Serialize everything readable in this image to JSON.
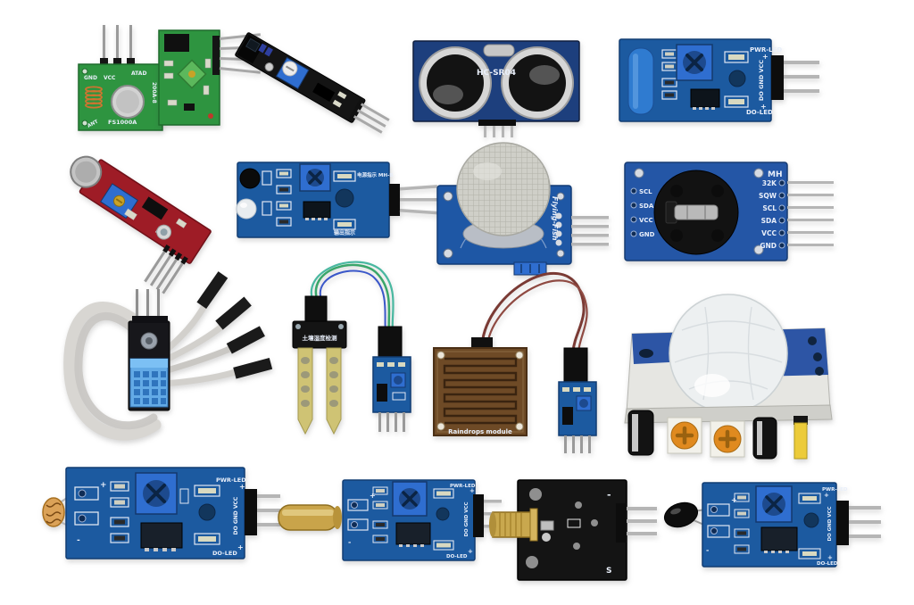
{
  "scene": {
    "description": "16-in-1 Arduino sensor module kit photographed on a white background, arranged in four rows",
    "background": "#ffffff"
  },
  "palette": {
    "pcb_blue": "#1c5aa0",
    "pcb_navy": "#1d3f7d",
    "pcb_green": "#2e9440",
    "pcb_red": "#9e1c26",
    "pcb_black": "#161616",
    "pot_blue": "#2f6ed0",
    "pin_silver": "#b5b5b5",
    "probe_yellow": "#cfc374",
    "rain_brown": "#6e4a26",
    "dome_white": "#edf0f1",
    "trimmer_orange": "#e08a1f",
    "laser_brass": "#c9a84e"
  },
  "modules": [
    {
      "id": "rf-transmitter",
      "name": "433MHz RF transmitter module",
      "labels": {
        "gnd": "GND",
        "vcc": "VCC",
        "atad": "ATAD",
        "model": "200A-8",
        "part": "FS1000A",
        "ant": "ANT"
      }
    },
    {
      "id": "rf-receiver",
      "name": "433MHz RF receiver module",
      "labels": {}
    },
    {
      "id": "line-tracking",
      "name": "IR line tracking sensor",
      "labels": {}
    },
    {
      "id": "ultrasonic",
      "name": "HC-SR04 ultrasonic distance sensor",
      "labels": {
        "part": "HC-SR04"
      }
    },
    {
      "id": "vibration",
      "name": "SW-420 vibration sensor",
      "labels": {
        "pwr": "PWR-LED",
        "pwr_plus": "+",
        "dol": "DO-LED",
        "dol_plus": "+",
        "pins": "DO GND VCC"
      }
    },
    {
      "id": "sound",
      "name": "Microphone sound sensor",
      "labels": {}
    },
    {
      "id": "ir-obstacle",
      "name": "IR obstacle avoidance sensor",
      "labels": {
        "top": "电源指示 MH-B",
        "bottom": "输出指示"
      }
    },
    {
      "id": "gas",
      "name": "MQ-2 gas smoke sensor",
      "labels": {
        "brand": "Flying-Fish"
      }
    },
    {
      "id": "rtc",
      "name": "DS3231 real-time clock module",
      "labels": {
        "brand": "MH",
        "left": [
          "SCL",
          "SDA",
          "VCC",
          "GND"
        ],
        "right": [
          "32K",
          "SQW",
          "SCL",
          "SDA",
          "VCC",
          "GND"
        ]
      }
    },
    {
      "id": "dht11",
      "name": "DHT11 temperature humidity sensor with jumper cable",
      "labels": {}
    },
    {
      "id": "soil-moisture",
      "name": "Soil moisture sensor with comparator board",
      "labels": {
        "probe": "土壤湿度检测"
      }
    },
    {
      "id": "raindrop",
      "name": "Raindrop sensor with comparator board",
      "labels": {
        "caption": "Raindrops module"
      }
    },
    {
      "id": "pir",
      "name": "HC-SR501 PIR motion sensor",
      "labels": {}
    },
    {
      "id": "ldr",
      "name": "Photoresistor light sensor",
      "labels": {
        "pwr": "PWR-LED",
        "pwr_plus": "+",
        "dol": "DO-LED",
        "dol_plus": "+",
        "pins": "DO GND VCC",
        "plus": "+",
        "minus": "-"
      }
    },
    {
      "id": "tilt",
      "name": "Tilt switch sensor",
      "labels": {
        "pwr": "PWR-LED",
        "pwr_plus": "+",
        "dol": "DO-LED",
        "dol_plus": "+",
        "pins": "DO GND VCC",
        "plus": "+",
        "minus": "-"
      }
    },
    {
      "id": "laser",
      "name": "KY-008 laser emitter module",
      "labels": {
        "s": "S",
        "minus": "-"
      }
    },
    {
      "id": "flame",
      "name": "Flame sensor",
      "labels": {
        "pwr": "PWR-LED",
        "pwr_plus": "+",
        "dol": "DO-LED",
        "dol_plus": "+",
        "pins": "DO GND VCC",
        "plus": "+",
        "minus": "-"
      }
    }
  ]
}
